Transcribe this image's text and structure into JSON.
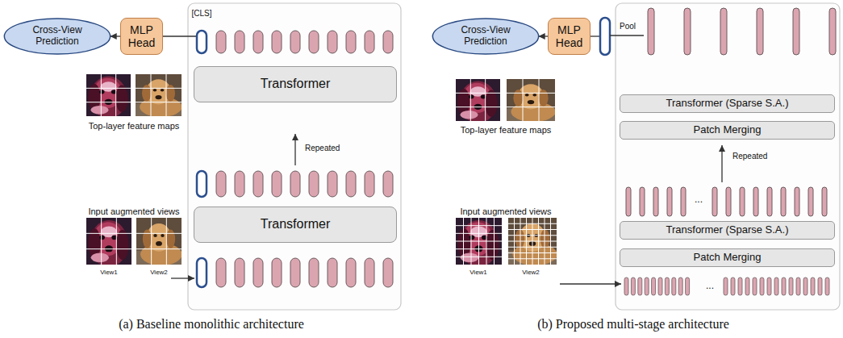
{
  "diagram": {
    "nodes": [
      {
        "text": [
          "Cross-View Prediction"
        ]
      },
      {
        "text": [
          "MLP Head"
        ]
      },
      {
        "text": [
          "Transformer"
        ]
      },
      {
        "text": [
          "Transformer"
        ]
      },
      {
        "text": [
          "Cross-View Prediction"
        ]
      },
      {
        "text": [
          "MLP Head"
        ]
      },
      {
        "text": [
          "Transformer (Sparse S.A.)"
        ]
      },
      {
        "text": [
          "Patch Merging"
        ]
      },
      {
        "text": [
          "Transformer (Sparse S.A.)"
        ]
      },
      {
        "text": [
          "Patch Merging"
        ]
      }
    ],
    "edges": [
      {
        "from": 1,
        "to": 0,
        "arrow": "to"
      },
      {
        "from": 5,
        "to": 4,
        "arrow": "to"
      }
    ],
    "labels": [
      "[CLS]",
      "Top-layer feature maps",
      "Input augmented views",
      "View1",
      "View2",
      "Repeated",
      "(a) Baseline monolithic architecture",
      "Pool",
      "Top-layer feature maps",
      "Input augmented views",
      "View1",
      "View2",
      "Repeated",
      "...",
      "...",
      "(b) Proposed multi-stage architecture"
    ]
  }
}
